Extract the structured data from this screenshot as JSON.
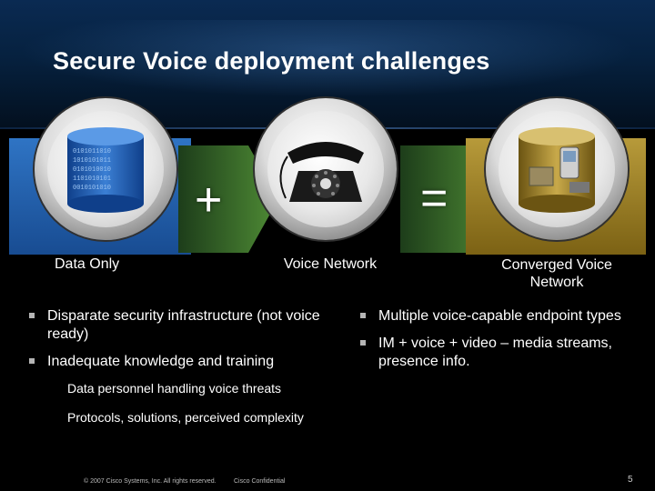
{
  "slide": {
    "title": "Secure Voice deployment challenges",
    "operators": {
      "plus": "+",
      "equals": "="
    },
    "items": [
      {
        "caption": "Data Only",
        "icon": "database-cylinder-icon"
      },
      {
        "caption": "Voice Network",
        "icon": "rotary-telephone-icon"
      },
      {
        "caption": "Converged Voice Network",
        "icon": "converged-devices-icon"
      }
    ],
    "left_bullets": [
      {
        "text": "Disparate security infrastructure (not voice ready)"
      },
      {
        "text": "Inadequate knowledge and training"
      }
    ],
    "left_sub_bullets": [
      "Data personnel handling voice threats",
      "Protocols, solutions, perceived complexity"
    ],
    "right_bullets": [
      {
        "text": "Multiple voice-capable endpoint types"
      },
      {
        "text": "IM + voice + video – media streams, presence info."
      }
    ],
    "footer": {
      "copyright": "© 2007 Cisco Systems, Inc. All rights reserved.",
      "confidential": "Cisco Confidential",
      "page": "5"
    },
    "colors": {
      "title_band": "#06213f",
      "data_panel": "#2f74c4",
      "arrow": "#4f8c35",
      "converged_panel": "#b79a3a"
    }
  }
}
